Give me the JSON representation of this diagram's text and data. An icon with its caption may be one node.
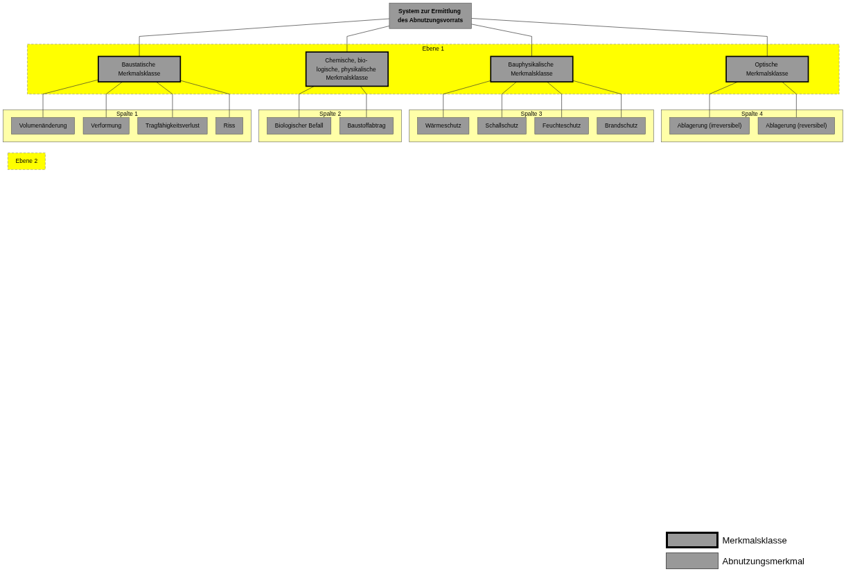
{
  "diagram": {
    "nodes": [
      {
        "text": [
          "System zur Ermittlung des Abnutzungsvorrats"
        ]
      },
      {
        "text": [
          "Ebene 1"
        ]
      },
      {
        "text": [
          "Baustatische Merkmalsklasse"
        ],
        "in": 1
      },
      {
        "text": [
          "Chemische, bio- logische, physikalische Merkmalsklasse"
        ],
        "in": 1
      },
      {
        "text": [
          "Bauphysikalische Merkmalsklasse"
        ],
        "in": 1
      },
      {
        "text": [
          "Optische Merkmalsklasse"
        ],
        "in": 1
      },
      {
        "text": [
          "Ebene 2"
        ]
      },
      {
        "text": [
          "Spalte 1"
        ]
      },
      {
        "text": [
          "Riss"
        ],
        "in": 7
      },
      {
        "text": [
          "Tragfähigkeitsverlust"
        ],
        "in": 7
      },
      {
        "text": [
          "Verformung"
        ],
        "in": 7
      },
      {
        "text": [
          "Volumenänderung"
        ],
        "in": 7
      },
      {
        "text": [
          "Spalte 2"
        ]
      },
      {
        "text": [
          "Baustoffabtrag"
        ],
        "in": 12
      },
      {
        "text": [
          "Biologischer Befall"
        ],
        "in": 12
      },
      {
        "text": [
          "Spalte 3"
        ]
      },
      {
        "text": [
          "Brandschutz"
        ],
        "in": 15
      },
      {
        "text": [
          "Feuchteschutz"
        ],
        "in": 15
      },
      {
        "text": [
          "Schallschutz"
        ],
        "in": 15
      },
      {
        "text": [
          "Wärmeschutz"
        ],
        "in": 15
      },
      {
        "text": [
          "Spalte 4"
        ]
      },
      {
        "text": [
          "Ablagerung (reversibel)"
        ],
        "in": 20
      },
      {
        "text": [
          "Ablagerung (irreversibel)"
        ],
        "in": 20
      }
    ],
    "edges": [
      {
        "from": 0,
        "to": 2,
        "arrow": "none"
      },
      {
        "from": 0,
        "to": 3,
        "arrow": "none"
      },
      {
        "from": 0,
        "to": 4,
        "arrow": "none"
      },
      {
        "from": 0,
        "to": 5,
        "arrow": "none"
      },
      {
        "from": 2,
        "to": 8,
        "arrow": "none"
      },
      {
        "from": 2,
        "to": 9,
        "arrow": "none"
      },
      {
        "from": 2,
        "to": 10,
        "arrow": "none"
      },
      {
        "from": 2,
        "to": 11,
        "arrow": "none"
      },
      {
        "from": 3,
        "to": 13,
        "arrow": "none"
      },
      {
        "from": 3,
        "to": 14,
        "arrow": "none"
      },
      {
        "from": 4,
        "to": 16,
        "arrow": "none"
      },
      {
        "from": 4,
        "to": 17,
        "arrow": "none"
      },
      {
        "from": 4,
        "to": 18,
        "arrow": "none"
      },
      {
        "from": 4,
        "to": 19,
        "arrow": "none"
      },
      {
        "from": 5,
        "to": 21,
        "arrow": "none"
      },
      {
        "from": 5,
        "to": 22,
        "arrow": "none"
      }
    ],
    "legend": [
      {
        "text": "Merkmalsklasse"
      },
      {
        "text": "Abnutzungsmerkmal"
      }
    ]
  }
}
